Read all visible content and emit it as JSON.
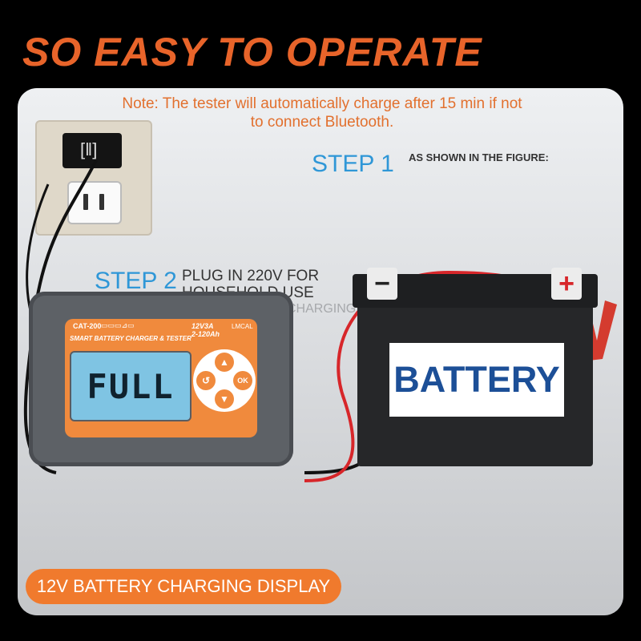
{
  "headline": "SO EASY TO OPERATE",
  "note": "Note: The tester will automatically charge after 15 min if not to connect Bluetooth.",
  "step1": {
    "label": "STEP 1",
    "text": "AS SHOWN IN THE FIGURE:"
  },
  "step2": {
    "label": "STEP 2",
    "line1": "PLUG IN 220V FOR",
    "line2": "HOUSEHOLD USE",
    "line3": "POWER STARTS CHARGING"
  },
  "charger": {
    "model": "CAT-200",
    "status_icons": "▭▭▭⊿▭",
    "name": "SMART BATTERY CHARGER & TESTER",
    "spec_voltage": "12V3A",
    "spec_range": "2-120Ah",
    "brand": "LMCAL",
    "display": "FULL",
    "ok_label": "OK",
    "up_glyph": "▲",
    "down_glyph": "▼",
    "back_glyph": "↺"
  },
  "battery": {
    "label": "BATTERY",
    "negative": "−",
    "positive": "+"
  },
  "caption": "12V BATTERY CHARGING DISPLAY",
  "icons": {
    "outlet": "wall-outlet-icon"
  },
  "colors": {
    "accent_orange": "#e8642a",
    "step_blue": "#2f97d7",
    "cable_red": "#d7262a",
    "lcd_blue": "#7fc4e3",
    "battery_blue": "#1c4f97"
  }
}
